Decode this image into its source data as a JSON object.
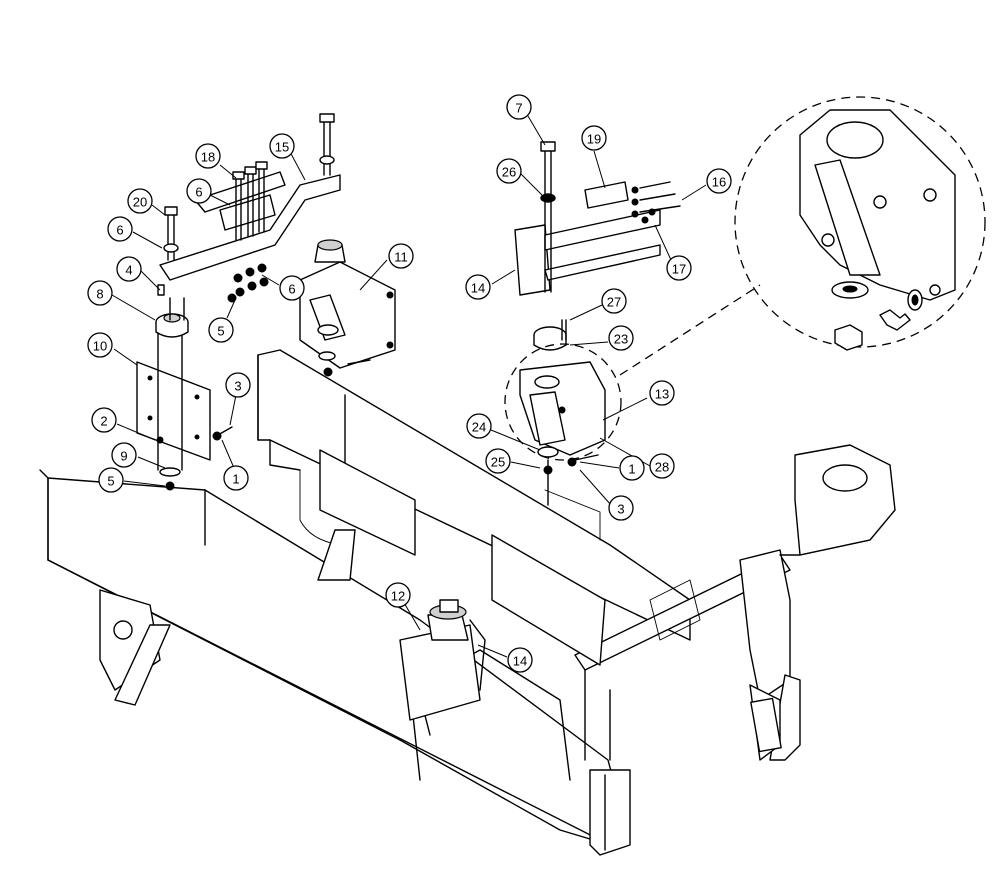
{
  "callouts": [
    {
      "id": "c7",
      "label": "7"
    },
    {
      "id": "c19",
      "label": "19"
    },
    {
      "id": "c26",
      "label": "26"
    },
    {
      "id": "c16",
      "label": "16"
    },
    {
      "id": "c14a",
      "label": "14"
    },
    {
      "id": "c17",
      "label": "17"
    },
    {
      "id": "c27",
      "label": "27"
    },
    {
      "id": "c23",
      "label": "23"
    },
    {
      "id": "c13",
      "label": "13"
    },
    {
      "id": "c24",
      "label": "24"
    },
    {
      "id": "c25",
      "label": "25"
    },
    {
      "id": "c1a",
      "label": "1"
    },
    {
      "id": "c28",
      "label": "28"
    },
    {
      "id": "c3a",
      "label": "3"
    },
    {
      "id": "c18",
      "label": "18"
    },
    {
      "id": "c15",
      "label": "15"
    },
    {
      "id": "c6a",
      "label": "6"
    },
    {
      "id": "c20",
      "label": "20"
    },
    {
      "id": "c6b",
      "label": "6"
    },
    {
      "id": "c11",
      "label": "11"
    },
    {
      "id": "c4",
      "label": "4"
    },
    {
      "id": "c6c",
      "label": "6"
    },
    {
      "id": "c8",
      "label": "8"
    },
    {
      "id": "c5a",
      "label": "5"
    },
    {
      "id": "c10",
      "label": "10"
    },
    {
      "id": "c3b",
      "label": "3"
    },
    {
      "id": "c2",
      "label": "2"
    },
    {
      "id": "c9",
      "label": "9"
    },
    {
      "id": "c1b",
      "label": "1"
    },
    {
      "id": "c5b",
      "label": "5"
    },
    {
      "id": "c12",
      "label": "12"
    },
    {
      "id": "c14b",
      "label": "14"
    }
  ],
  "colors": {
    "line": "#000000",
    "background": "#ffffff",
    "shade": "#d0d0d0"
  }
}
